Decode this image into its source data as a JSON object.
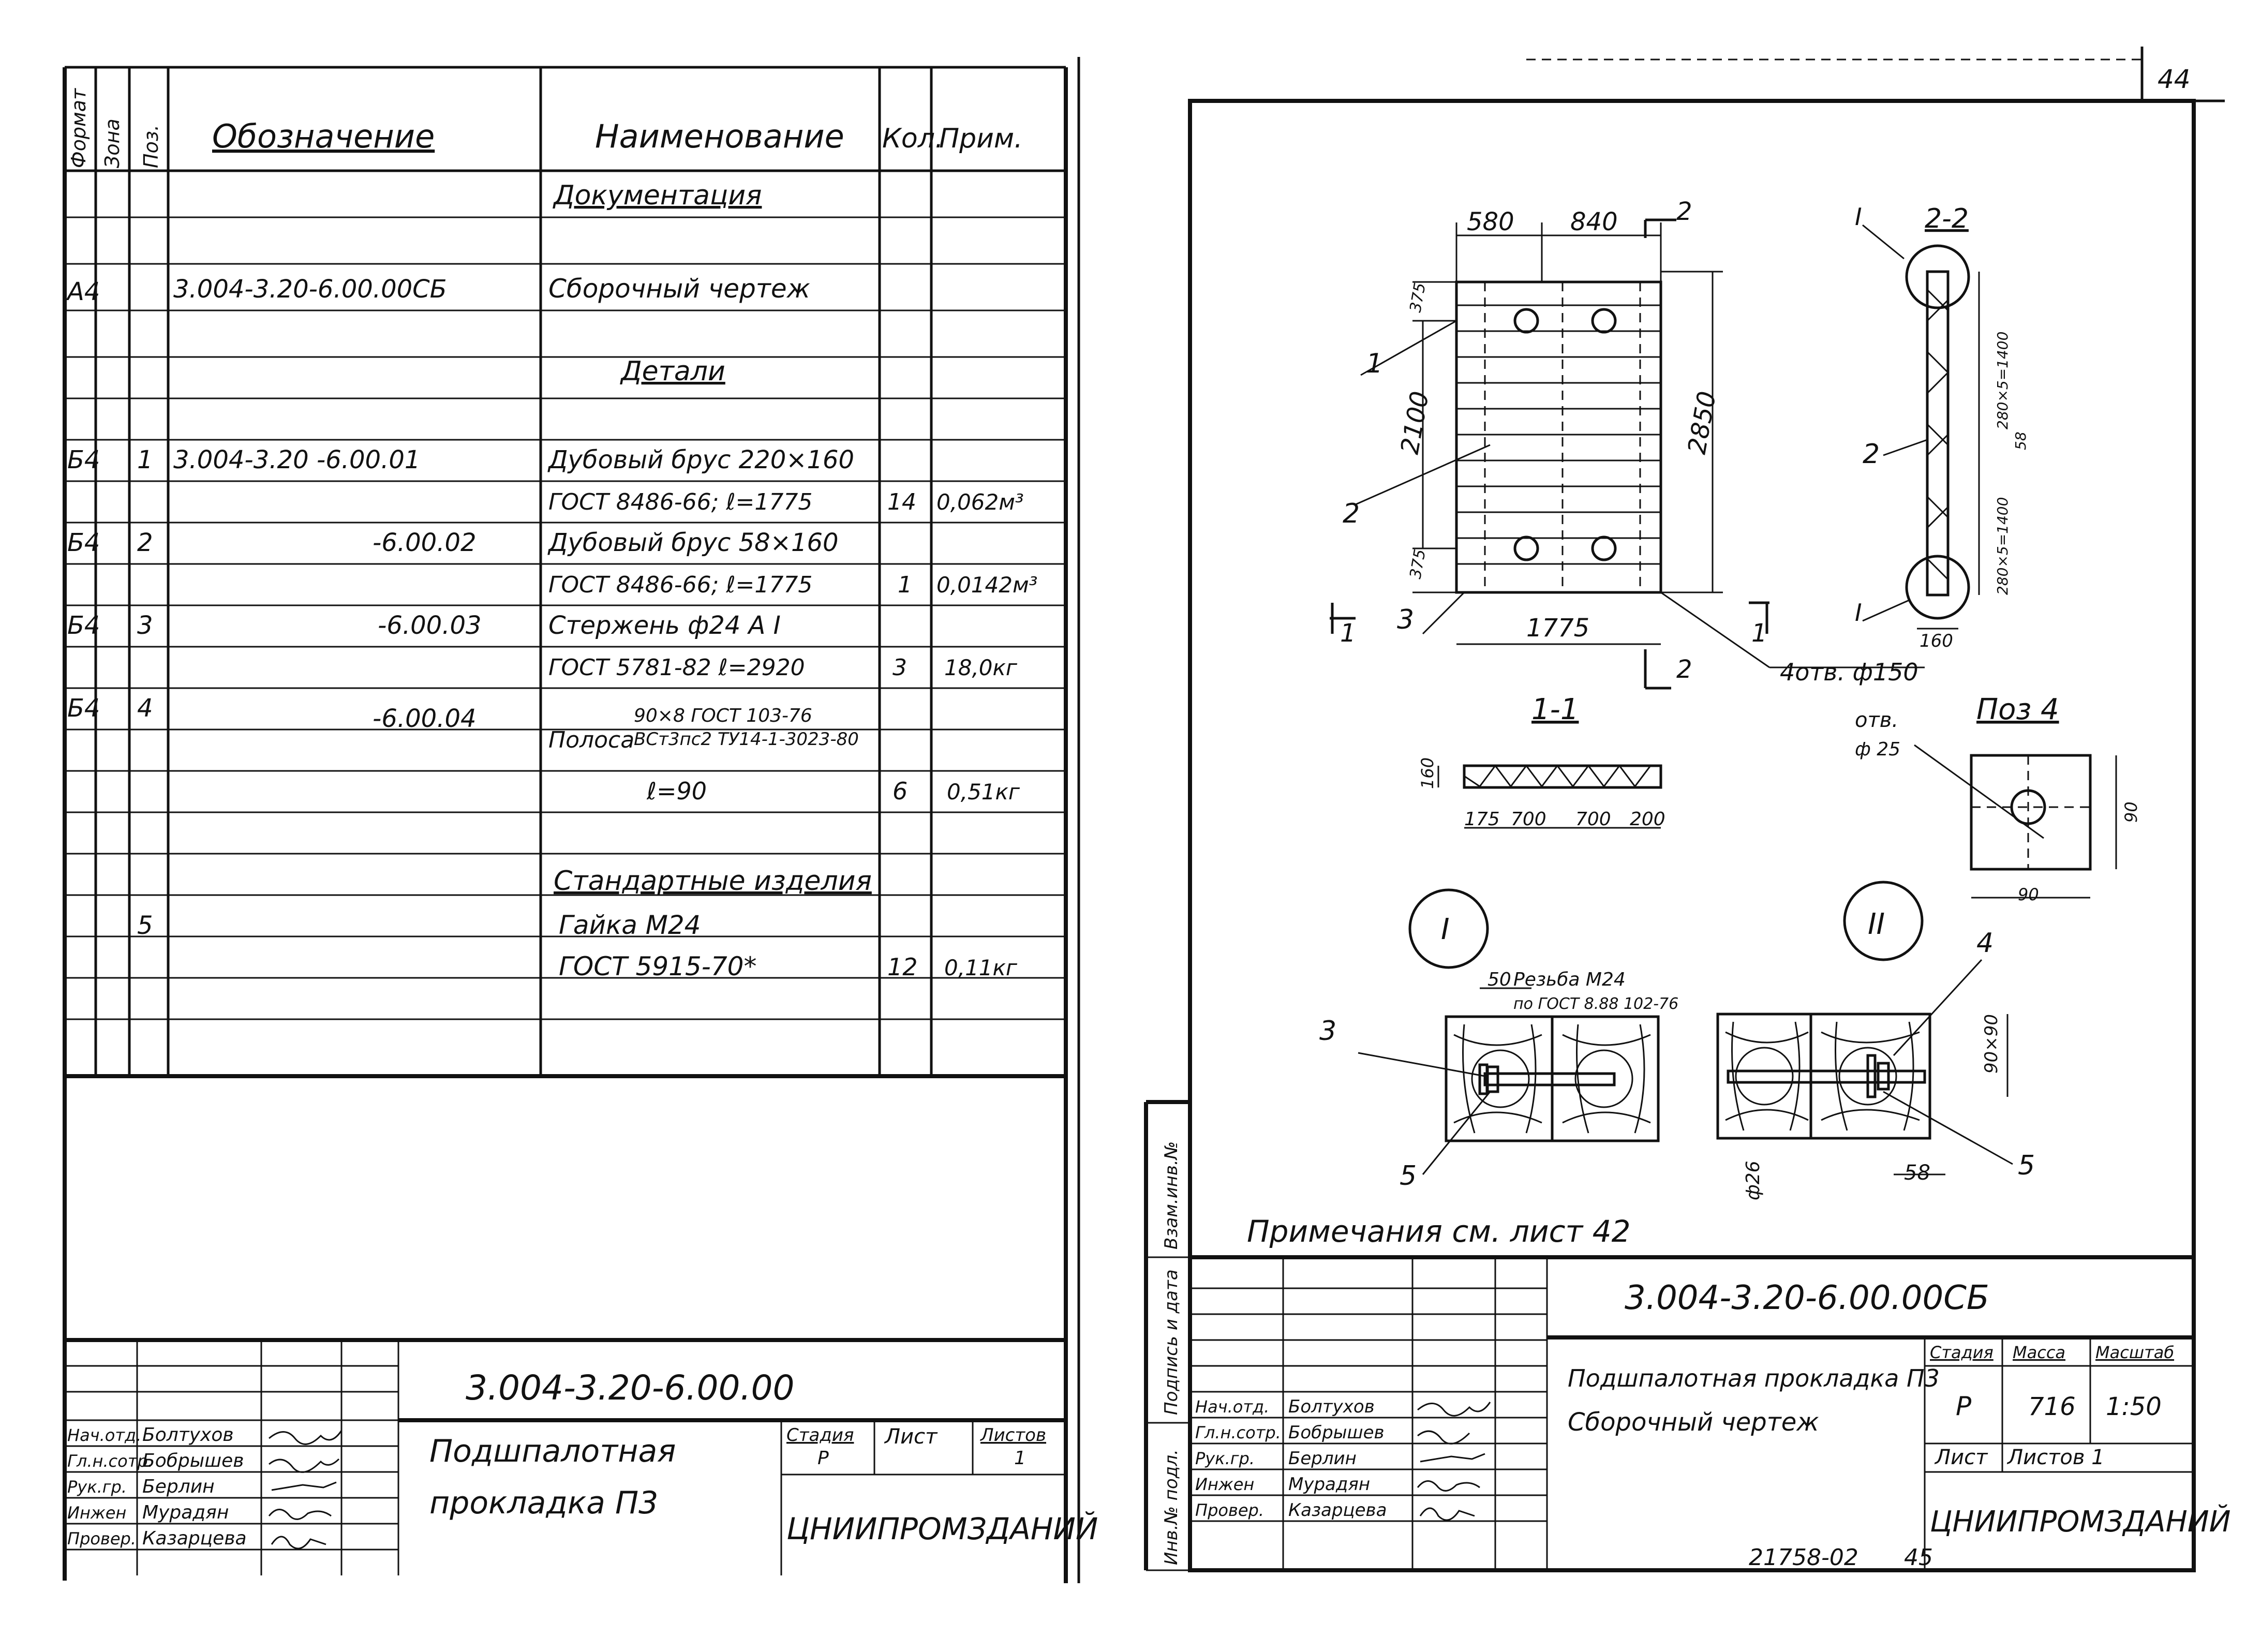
{
  "sheet_number": "44",
  "bottom_code": "21758-02",
  "bottom_page": "45",
  "left_sheet": {
    "columns": [
      "Формат",
      "Зона",
      "Поз.",
      "Обозначение",
      "Наименование",
      "Кол.",
      "Прим."
    ],
    "section_docs": "Документация",
    "section_details": "Детали",
    "section_std": "Стандартные изделия",
    "rows": [
      {
        "fmt": "A4",
        "zone": "",
        "pos": "",
        "code": "3.004-3.20-6.00.00СБ",
        "name": "Сборочный    чертеж",
        "qty": "",
        "note": ""
      },
      {
        "fmt": "Б4",
        "zone": "",
        "pos": "1",
        "code": "3.004-3.20   -6.00.01",
        "name": "Дубовый брус 220×160",
        "qty": "",
        "note": ""
      },
      {
        "fmt": "",
        "zone": "",
        "pos": "",
        "code": "",
        "name": "ГОСТ 8486-66; ℓ=1775",
        "qty": "14",
        "note": "0,062м³"
      },
      {
        "fmt": "Б4",
        "zone": "",
        "pos": "2",
        "code": "-6.00.02",
        "name": "Дубовый брус 58×160",
        "qty": "",
        "note": ""
      },
      {
        "fmt": "",
        "zone": "",
        "pos": "",
        "code": "",
        "name": "ГОСТ 8486-66; ℓ=1775",
        "qty": "1",
        "note": "0,0142м³"
      },
      {
        "fmt": "Б4",
        "zone": "",
        "pos": "3",
        "code": "-6.00.03",
        "name": "Стержень ф24 А I",
        "qty": "",
        "note": ""
      },
      {
        "fmt": "",
        "zone": "",
        "pos": "",
        "code": "",
        "name": "ГОСТ 5781-82 ℓ=2920",
        "qty": "3",
        "note": "18,0кг"
      },
      {
        "fmt": "Б4",
        "zone": "",
        "pos": "4",
        "code": "-6.00.04",
        "name": "Полоса",
        "qty": "",
        "note": ""
      },
      {
        "fmt": "",
        "zone": "",
        "pos": "",
        "code": "",
        "name": "ℓ=90",
        "qty": "6",
        "note": "0,51кг"
      },
      {
        "fmt": "",
        "zone": "",
        "pos": "5",
        "code": "",
        "name": "Гайка   М24",
        "qty": "",
        "note": ""
      },
      {
        "fmt": "",
        "zone": "",
        "pos": "",
        "code": "",
        "name": "ГОСТ 5915-70*",
        "qty": "12",
        "note": "0,11кг"
      }
    ],
    "polosa_spec_1": "90×8 ГОСТ 103-76",
    "polosa_spec_2": "ВСт3пс2 ТУ14-1-3023-80",
    "stamp_code": "3.004-3.20-6.00.00",
    "title_1": "Подшпалотная",
    "title_2": "прокладка  П3",
    "stage_label": "Стадия",
    "sheet_label": "Лист",
    "sheets_label": "Листов",
    "stage": "Р",
    "sheet": "",
    "sheets": "1",
    "org": "ЦНИИПРОМЗДАНИЙ",
    "roles": [
      {
        "role": "Нач.отд.",
        "name": "Болтухов"
      },
      {
        "role": "Гл.н.сотр.",
        "name": "Бобрышев"
      },
      {
        "role": "Рук.гр.",
        "name": "Берлин"
      },
      {
        "role": "Инжен",
        "name": "Мурадян"
      },
      {
        "role": "Провер.",
        "name": "Казарцева"
      }
    ]
  },
  "right_sheet": {
    "side_labels": [
      "Инв.№ подл.",
      "Подпись и дата",
      "Взам.инв.№"
    ],
    "notes": "Примечания см. лист 42",
    "stamp_code": "3.004-3.20-6.00.00СБ",
    "title_1": "Подшпалотная прокладка П3",
    "title_2": "Сборочный        чертеж",
    "stage_label": "Стадия",
    "mass_label": "Масса",
    "scale_label": "Масштаб",
    "stage": "Р",
    "mass": "716",
    "scale": "1:50",
    "sheet_label": "Лист",
    "sheets_label": "Листов 1",
    "org": "ЦНИИПРОМЗДАНИЙ",
    "roles": [
      {
        "role": "Нач.отд.",
        "name": "Болтухов"
      },
      {
        "role": "Гл.н.сотр.",
        "name": "Бобрышев"
      },
      {
        "role": "Рук.гр.",
        "name": "Берлин"
      },
      {
        "role": "Инжен",
        "name": "Мурадян"
      },
      {
        "role": "Провер.",
        "name": "Казарцева"
      }
    ],
    "plan": {
      "dim_580": "580",
      "dim_840": "840",
      "dim_2100": "2100",
      "dim_2850": "2850",
      "dim_375a": "375",
      "dim_375b": "375",
      "dim_1775": "1775",
      "holes": "4отв. ф150",
      "cut_2": "2",
      "cut_1": "1",
      "pos1": "1",
      "pos2": "2",
      "pos3": "3"
    },
    "sec22": {
      "title": "2-2",
      "mark_I": "I",
      "mark_II": "I",
      "pos2": "2",
      "dim_top": "280×5=1400",
      "dim_bot": "280×5=1400",
      "dim_160": "160",
      "dim_58": "58"
    },
    "sec11": {
      "title": "1-1",
      "dim_160": "160",
      "d1": "175",
      "d2": "700",
      "d3": "700",
      "d4": "200"
    },
    "poz4": {
      "title": "Поз 4",
      "hole": "отв.",
      "hole_d": "ф 25",
      "w": "90",
      "h": "90"
    },
    "detI": {
      "mark": "I",
      "d50": "50",
      "thread": "Резьба М24",
      "gost": "по ГОСТ 8.88 102-76",
      "pos3": "3",
      "pos5": "5"
    },
    "detII": {
      "mark": "II",
      "pos4": "4",
      "pos5": "5",
      "d90": "90×90",
      "d58": "58",
      "d26": "ф26"
    }
  }
}
